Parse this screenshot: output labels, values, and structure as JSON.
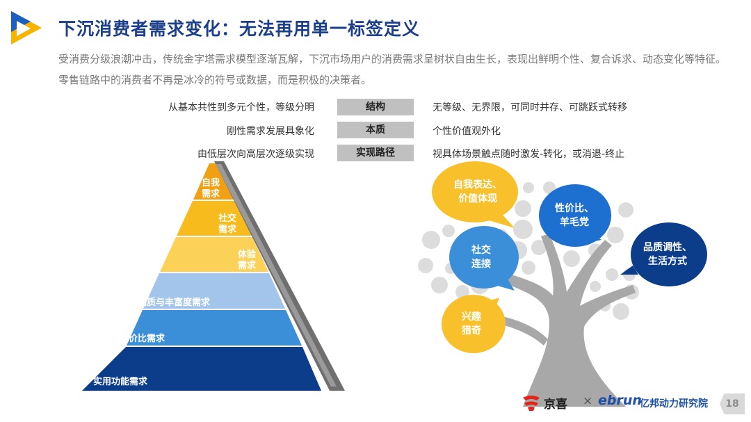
{
  "header": {
    "title": "下沉消费者需求变化：无法再用单一标签定义",
    "intro": "受消费分级浪潮冲击，传统金字塔需求模型逐渐瓦解，下沉市场用户的消费需求呈树状自由生长，表现出鲜明个性、复合诉求、动态变化等特征。零售链路中的消费者不再是冰冷的符号或数据，而是积极的决策者。"
  },
  "comparison": [
    {
      "left": "从基本共性到多元个性，等级分明",
      "badge": "结构",
      "right": "无等级、无界限，可同时并存、可跳跃式转移"
    },
    {
      "left": "刚性需求发展具象化",
      "badge": "本质",
      "right": "个性价值观外化"
    },
    {
      "left": "由低层次向高层次逐级实现",
      "badge": "实现路径",
      "right": "视具体场景触点随时激发-转化，或消退-终止"
    }
  ],
  "pyramid": {
    "levels": [
      {
        "label_line1": "自我",
        "label_line2": "需求",
        "color": "#f2a013"
      },
      {
        "label_line1": "社交",
        "label_line2": "需求",
        "color": "#f7bb1d"
      },
      {
        "label_line1": "体验",
        "label_line2": "需求",
        "color": "#fbd257"
      },
      {
        "label": "品质与丰富度需求",
        "color": "#a3c5ec"
      },
      {
        "label": "性价比需求",
        "color": "#3b8fd9"
      },
      {
        "label": "实用功能需求",
        "color": "#0b3d8a"
      }
    ]
  },
  "tree": {
    "bubbles": [
      {
        "line1": "自我表达、",
        "line2": "价值体现",
        "color": "#f8c12c"
      },
      {
        "line1": "性价比、",
        "line2": "羊毛党",
        "color": "#1d6fd0"
      },
      {
        "line1": "社交",
        "line2": "连接",
        "color": "#3b8fd9"
      },
      {
        "line1": "品质调性、",
        "line2": "生活方式",
        "color": "#0b3d8a"
      },
      {
        "line1": "兴趣",
        "line2": "猎奇",
        "color": "#f8c12c"
      }
    ],
    "trunk_color": "#a8a8a8",
    "leaf_color": "#dcdcdc"
  },
  "footer": {
    "brand1": "京喜",
    "times": "×",
    "brand2": "ebrun",
    "brand3": "亿邦动力研究院",
    "page": "18"
  }
}
